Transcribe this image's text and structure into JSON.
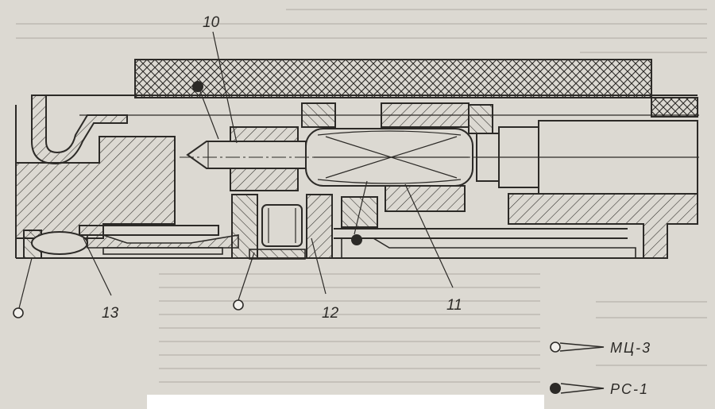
{
  "labels": {
    "part_10": "10",
    "part_11": "11",
    "part_12": "12",
    "part_13": "13"
  },
  "legend": {
    "open_marker_label": "МЦ-3",
    "filled_marker_label": "РС-1"
  },
  "colors": {
    "paper": "#dcd9d2",
    "ink": "#2c2a27",
    "blank_strip": "#ffffff"
  },
  "icons": {
    "open_marker": "open-circle-pointer-icon",
    "filled_marker": "filled-circle-pointer-icon"
  }
}
